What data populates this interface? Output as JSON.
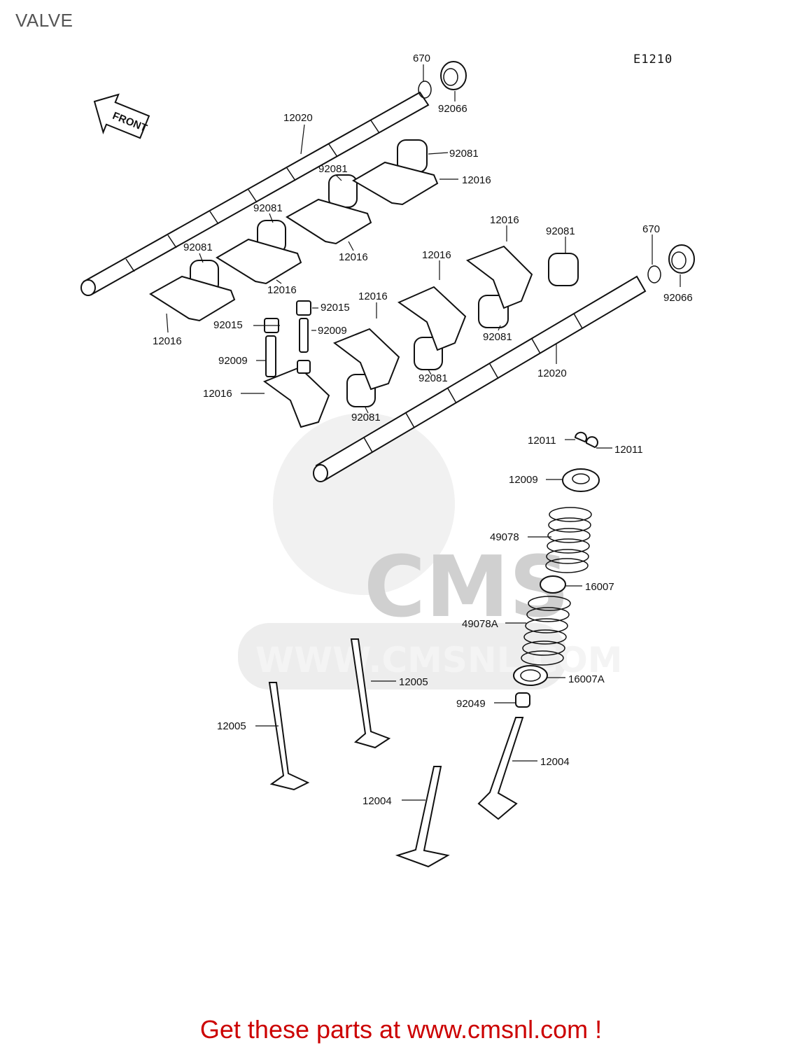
{
  "title": "VALVE",
  "diagram_code": "E1210",
  "front_label": "FRONT",
  "watermark": {
    "brand": "CMS",
    "url": "WWW.CMSNL.COM"
  },
  "parts": {
    "p670a": "670",
    "p92066a": "92066",
    "p12020a": "12020",
    "p92081a": "92081",
    "p12016a": "12016",
    "p92081b": "92081",
    "p92081c": "92081",
    "p12016b": "12016",
    "p92081d": "92081",
    "p12016c": "12016",
    "p12016d": "12016",
    "p92015a": "92015",
    "p92015b": "92015",
    "p92009a": "92009",
    "p92009b": "92009",
    "p12016e": "12016",
    "p12016f": "12016",
    "p12016g": "12016",
    "p12016h": "12016",
    "p92081e": "92081",
    "p670b": "670",
    "p92066b": "92066",
    "p92081f": "92081",
    "p92081g": "92081",
    "p92081h": "92081",
    "p12020b": "12020",
    "p12011a": "12011",
    "p12011b": "12011",
    "p12009": "12009",
    "p49078": "49078",
    "p16007": "16007",
    "p49078A": "49078A",
    "p16007A": "16007A",
    "p92049": "92049",
    "p12005a": "12005",
    "p12005b": "12005",
    "p12004a": "12004",
    "p12004b": "12004"
  },
  "footer": "Get these parts at www.cmsnl.com !"
}
